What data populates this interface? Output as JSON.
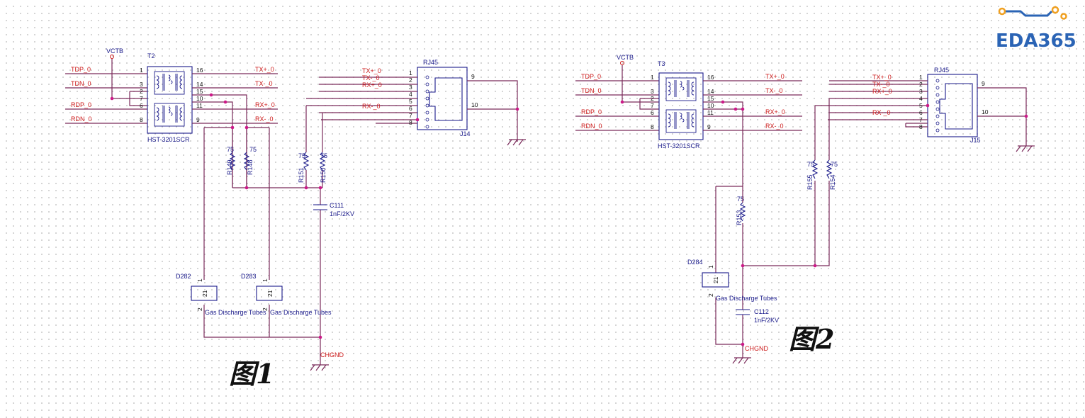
{
  "logo": {
    "text": "EDA365"
  },
  "fig1": {
    "vctb": "VCTB",
    "transformer": {
      "ref": "T2",
      "part": "HST-3201SCR"
    },
    "inputs": [
      "TDP_0",
      "TDN_0",
      "RDP_0",
      "RDN_0"
    ],
    "left_pins": [
      "1",
      "3",
      "2",
      "7",
      "6",
      "8"
    ],
    "right_pins": [
      "16",
      "14",
      "15",
      "10",
      "11",
      "9"
    ],
    "outputs": [
      "TX+_0",
      "TX-_0",
      "RX+_0",
      "RX-_0"
    ],
    "rj45": {
      "label": "RJ45",
      "ref": "J14",
      "pins": [
        "1",
        "2",
        "3",
        "4",
        "5",
        "6",
        "7",
        "8"
      ],
      "shield_pins": [
        "9",
        "10"
      ],
      "nets": [
        "TX+_0",
        "TX-_0",
        "RX+_0",
        "RX-_0"
      ]
    },
    "resistors": [
      {
        "ref": "R149",
        "value": "75"
      },
      {
        "ref": "R148",
        "value": "75"
      },
      {
        "ref": "R151",
        "value": "75"
      },
      {
        "ref": "R150",
        "value": "75"
      }
    ],
    "capacitor": {
      "ref": "C111",
      "value": "1nF/2KV"
    },
    "tubes": [
      {
        "ref": "D282",
        "label": "Gas Discharge Tubes",
        "body": "21"
      },
      {
        "ref": "D283",
        "label": "Gas Discharge Tubes",
        "body": "21"
      }
    ],
    "tube_pins": [
      "1",
      "2"
    ],
    "ground": "CHGND",
    "caption": "图1"
  },
  "fig2": {
    "vctb": "VCTB",
    "transformer": {
      "ref": "T3",
      "part": "HST-3201SCR"
    },
    "inputs": [
      "TDP_0",
      "TDN_0",
      "RDP_0",
      "RDN_0"
    ],
    "left_pins": [
      "1",
      "3",
      "2",
      "7",
      "6",
      "8"
    ],
    "right_pins": [
      "16",
      "14",
      "15",
      "10",
      "11",
      "9"
    ],
    "outputs": [
      "TX+_0",
      "TX-_0",
      "RX+_0",
      "RX-_0"
    ],
    "rj45": {
      "label": "RJ45",
      "ref": "J15",
      "pins": [
        "1",
        "2",
        "3",
        "4",
        "5",
        "6",
        "7",
        "8"
      ],
      "shield_pins": [
        "9",
        "10"
      ],
      "nets": [
        "TX+_0",
        "TX-_0",
        "RX+_0",
        "RX-_0"
      ]
    },
    "resistors": [
      {
        "ref": "R153",
        "value": "75"
      },
      {
        "ref": "R155",
        "value": "75"
      },
      {
        "ref": "R154",
        "value": "75"
      }
    ],
    "capacitor": {
      "ref": "C112",
      "value": "1nF/2KV"
    },
    "tubes": [
      {
        "ref": "D284",
        "label": "Gas Discharge Tubes",
        "body": "21"
      }
    ],
    "tube_pins": [
      "1",
      "2"
    ],
    "ground": "CHGND",
    "caption": "图2"
  },
  "colors": {
    "wire": "#7a2a5a",
    "body": "#1a1a8a",
    "net_label": "#cc1a1a",
    "logo": "#2b64b5",
    "logo_accent": "#f0a020"
  }
}
